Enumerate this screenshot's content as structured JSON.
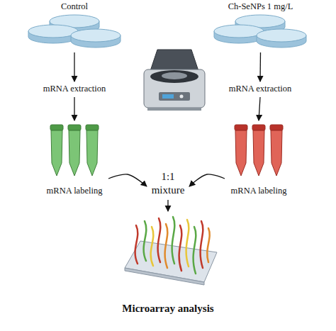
{
  "diagram": {
    "nodes": [
      {
        "text": [
          "Control"
        ]
      },
      {
        "text": [
          "Ch-SeNPs 1 mg/L"
        ]
      },
      {
        "text": [
          "mRNA extraction"
        ]
      },
      {
        "text": [
          "mRNA extraction"
        ]
      },
      {
        "text": [
          "mRNA labeling"
        ]
      },
      {
        "text": [
          "mRNA labeling"
        ]
      },
      {
        "text": [
          "1:1 mixture"
        ]
      },
      {
        "text": [
          "Microarray analysis"
        ]
      }
    ],
    "edges": [
      {
        "from": 0,
        "to": 2,
        "arrow": "to"
      },
      {
        "from": 2,
        "to": 4,
        "arrow": "to"
      },
      {
        "from": 1,
        "to": 3,
        "arrow": "to"
      },
      {
        "from": 3,
        "to": 5,
        "arrow": "to"
      },
      {
        "from": 4,
        "to": 6,
        "arrow": "to"
      },
      {
        "from": 5,
        "to": 6,
        "arrow": "to"
      },
      {
        "from": 6,
        "to": 7,
        "arrow": "to"
      }
    ]
  }
}
